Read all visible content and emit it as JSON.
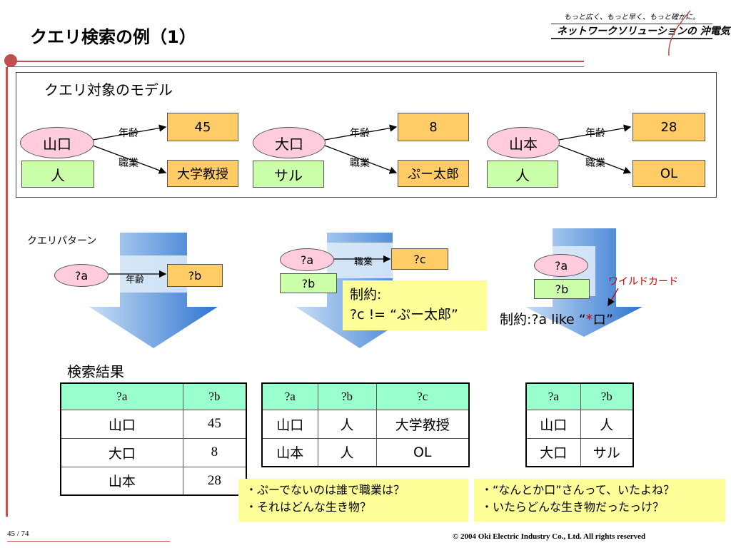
{
  "title": "クエリ検索の例（1）",
  "logo": {
    "tagline": "もっと広く、もっと早く、もっと確かに。",
    "name": "ネットワークソリューションの 沖電気"
  },
  "model": {
    "title": "クエリ対象のモデル",
    "groups": [
      {
        "subject": "山口",
        "type": "人",
        "age_label": "年齢",
        "age": "45",
        "job_label": "職業",
        "job": "大学教授"
      },
      {
        "subject": "大口",
        "type": "サル",
        "age_label": "年齢",
        "age": "8",
        "job_label": "職業",
        "job": "ぷー太郎"
      },
      {
        "subject": "山本",
        "type": "人",
        "age_label": "年齢",
        "age": "28",
        "job_label": "職業",
        "job": "OL"
      }
    ]
  },
  "patterns": {
    "label": "クエリパターン",
    "p1": {
      "a": "?a",
      "rel": "年齢",
      "b": "?b"
    },
    "p2": {
      "a": "?a",
      "rel": "職業",
      "c": "?c",
      "b": "?b",
      "constraint_line1": "制約:",
      "constraint_line2": "?c != “ぷー太郎”"
    },
    "p3": {
      "a": "?a",
      "b": "?b",
      "wildcard_label": "ワイルドカード",
      "constraint_prefix": "制約:?a like “",
      "constraint_star": "*",
      "constraint_suffix": "ロ”"
    }
  },
  "results": {
    "label": "検索結果",
    "t1": {
      "headers": [
        "?a",
        "?b"
      ],
      "rows": [
        [
          "山口",
          "45"
        ],
        [
          "大口",
          "8"
        ],
        [
          "山本",
          "28"
        ]
      ]
    },
    "t2": {
      "headers": [
        "?a",
        "?b",
        "?c"
      ],
      "rows": [
        [
          "山口",
          "人",
          "大学教授"
        ],
        [
          "山本",
          "人",
          "OL"
        ]
      ]
    },
    "t3": {
      "headers": [
        "?a",
        "?b"
      ],
      "rows": [
        [
          "山口",
          "人"
        ],
        [
          "大口",
          "サル"
        ]
      ]
    }
  },
  "notes": {
    "n1": [
      "・ぷーでないのは誰で職業は？",
      "・それはどんな生き物？"
    ],
    "n2": [
      "・“なんとか口”さんって、いたよね？",
      "・いたらどんな生き物だったっけ？"
    ]
  },
  "footer": {
    "page": "45 / 74",
    "copyright": "© 2004 Oki Electric Industry Co., Ltd. All rights reserved"
  },
  "colors": {
    "accent_red": "#c0504d",
    "arrow_blue": "#3d7fd6",
    "pink": "#ffccdd",
    "orange": "#ffcc66",
    "green": "#ccffaa",
    "header_green": "#99ffcc",
    "note_yellow": "#ffff99"
  }
}
